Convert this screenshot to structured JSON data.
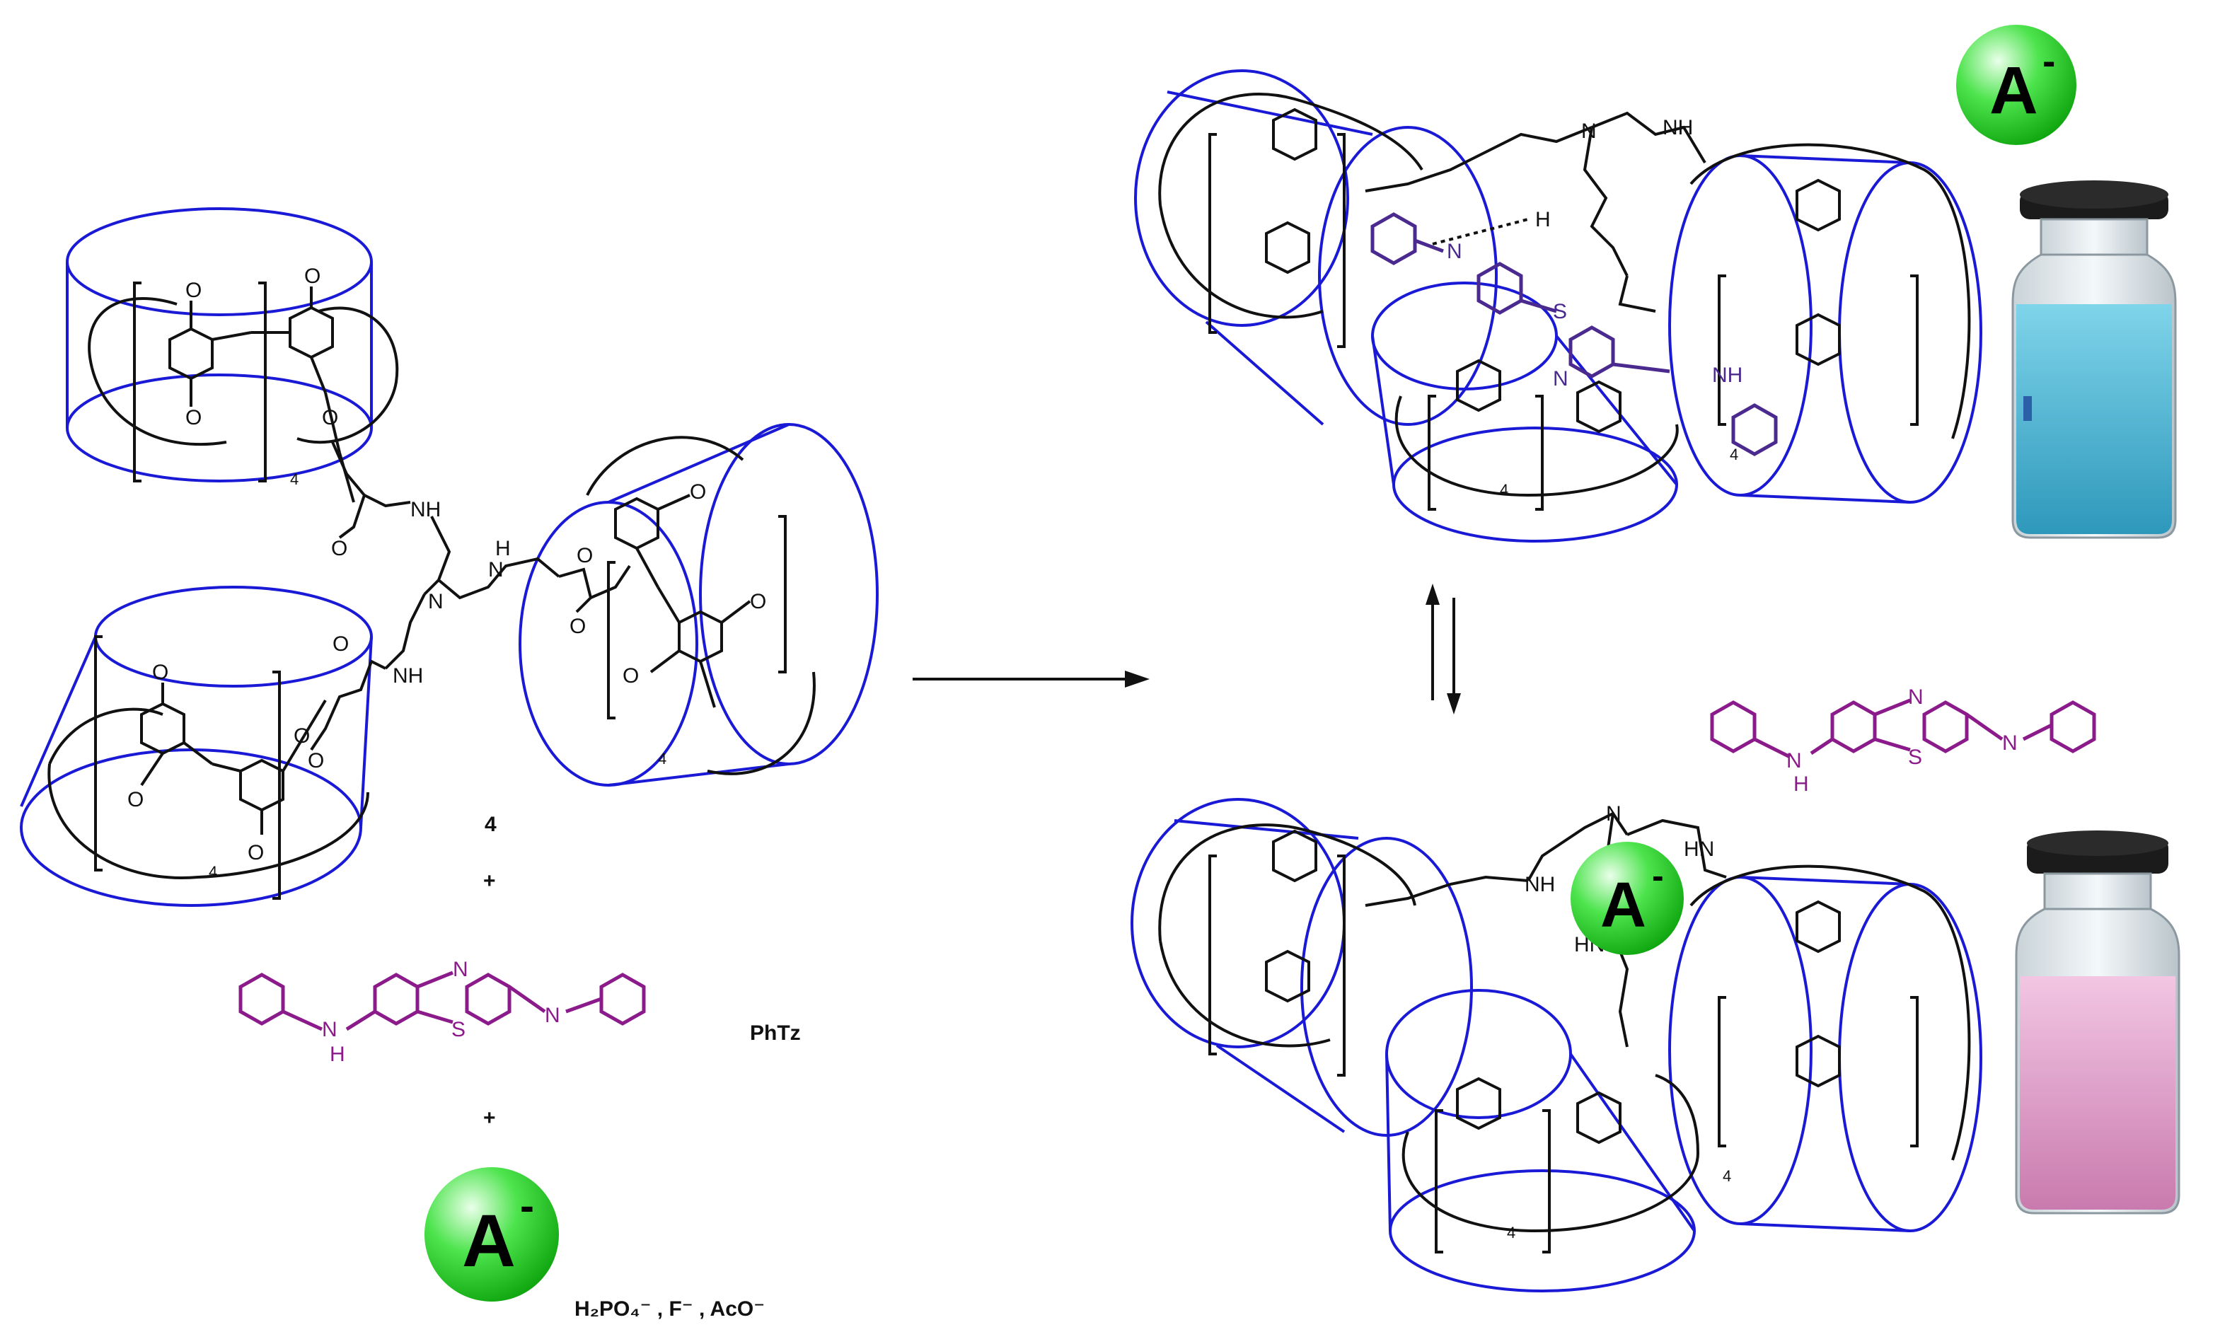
{
  "compound_label": "4",
  "plus_sign": "+",
  "dye_label": "PhTz",
  "anion_label": "A",
  "anion_superscript": "-",
  "anion_list": "H₂PO₄⁻ , F⁻ , AcO⁻",
  "atom_labels": {
    "methoxy": "O",
    "nh": "NH",
    "hn": "HN",
    "n": "N",
    "h": "H",
    "s": "S",
    "nh_dot": "H",
    "repeat": "4"
  },
  "colors": {
    "cylinder": "#1a1ad6",
    "dye": "#8b1a8b",
    "dye_bound": "#4b2a8f",
    "anion_ball": "#33dd33",
    "bond": "#111111",
    "vial_blue": "#3fa9c9",
    "vial_pink": "#d98cc2"
  },
  "icons": {
    "anion": "green-sphere-icon",
    "vial_blue": "vial-blue-solution-icon",
    "vial_pink": "vial-pink-solution-icon"
  }
}
